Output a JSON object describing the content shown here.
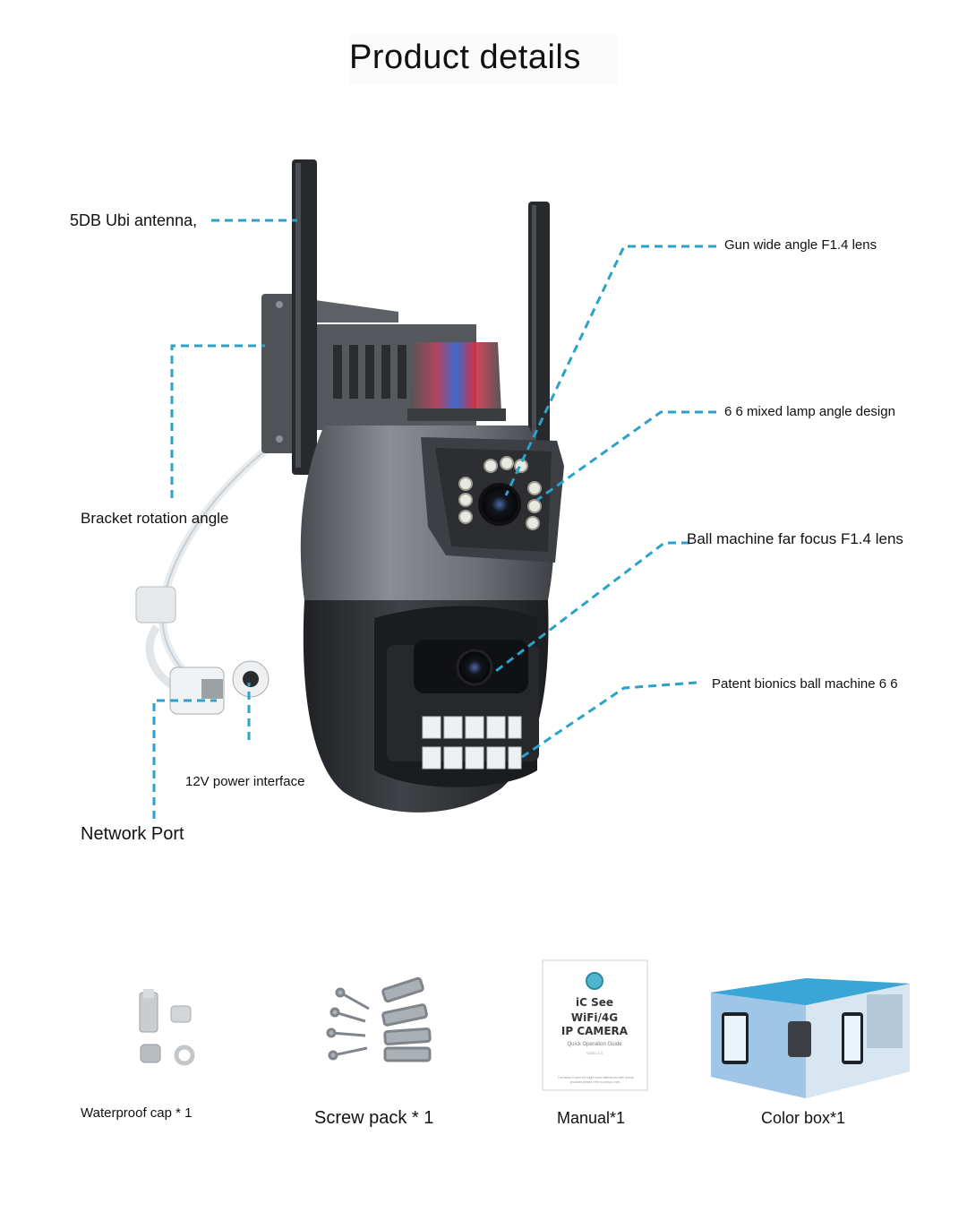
{
  "page": {
    "title": "Product details"
  },
  "callouts": {
    "antenna": "5DB Ubi antenna,",
    "bracket": "Bracket rotation angle",
    "power": "12V power interface",
    "network": "Network Port",
    "gun_lens": "Gun wide angle F1.4 lens",
    "lamp": "6 6 mixed lamp angle design",
    "ball_lens": "Ball machine far focus F1.4 lens",
    "bionics": "Patent bionics ball machine 6 6"
  },
  "accessories": [
    {
      "label": "Waterproof cap * 1"
    },
    {
      "label": "Screw pack * 1"
    },
    {
      "label": "Manual*1"
    },
    {
      "label": "Color box*1"
    }
  ],
  "manual_cover": {
    "brand": "iC See",
    "line1": "WiFi/4G",
    "line2": "IP CAMERA",
    "subtitle": "Quick Operation Guide",
    "version": "V2022.1.0",
    "footnote": "The items in your kit might have differences with actual products,please refer to actual ones."
  },
  "colors": {
    "leader_line": "#2aa2c9",
    "camera_body": "#6f7377",
    "camera_dark": "#2d2f33"
  }
}
